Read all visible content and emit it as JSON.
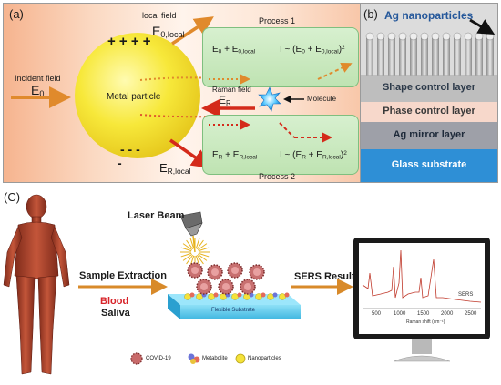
{
  "panel_a": {
    "tag": "(a)",
    "local_field_caption": "local field",
    "e0_local": "E",
    "e0_local_sub": "0,local",
    "incident_field": "Incident field",
    "e0": "E",
    "e0_sub": "0",
    "plus_charges": "+ + + +",
    "minus_charges_1": "- - -",
    "minus_charges_2": "-",
    "metal_particle": "Metal particle",
    "process1_title": "Process 1",
    "process1_left": "E",
    "process1_left_sub": "0",
    "process1_left_mid": " + E",
    "process1_left_sub2": "0,local",
    "process1_right": "I ~ (E",
    "process1_right_sub": "0",
    "process1_right_mid": " + E",
    "process1_right_sub2": "0,local",
    "process1_right_end": ")",
    "process1_right_sup": "2",
    "raman_field": "Raman field",
    "er": "E",
    "er_sub": "R",
    "molecule": "Molecule",
    "process2_left": "E",
    "process2_left_sub": "R",
    "process2_left_mid": " + E",
    "process2_left_sub2": "R,local",
    "process2_right": "I ~ (E",
    "process2_right_sub": "R",
    "process2_right_mid": " + E",
    "process2_right_sub2": "R,local",
    "process2_right_end": ")",
    "process2_right_sup": "2",
    "er_local": "E",
    "er_local_sub": "R,local",
    "process2_title": "Process 2"
  },
  "panel_b": {
    "tag": "(b)",
    "nanoparticles": "Ag nanoparticles",
    "shape_layer": "Shape control layer",
    "phase_layer": "Phase control layer",
    "mirror_layer": "Ag mirror layer",
    "glass_layer": "Glass substrate"
  },
  "panel_c": {
    "tag": "(C)",
    "laser_beam": "Laser Beam",
    "sample_extraction": "Sample Extraction",
    "blood": "Blood",
    "saliva": "Saliva",
    "flexible_substrate": "Flexible Substrate",
    "sers_result": "SERS Result",
    "legend": [
      "COVID-19",
      "Metabolite",
      "Nanoparticles"
    ],
    "monitor": {
      "series_label": "SERS",
      "x_label": "Raman shift (cm⁻¹)",
      "x_ticks": [
        "500",
        "1000",
        "1500",
        "2000",
        "2500"
      ]
    }
  },
  "colors": {
    "arrow_orange": "#e08a2c",
    "arrow_red": "#d42a1a",
    "particle_yellow": "#f7e83a",
    "process_green": "#c7e8bb",
    "glass_blue": "#2e8fd6",
    "mirror_gray": "#9ea0a8",
    "blood_red": "#d8242a"
  }
}
